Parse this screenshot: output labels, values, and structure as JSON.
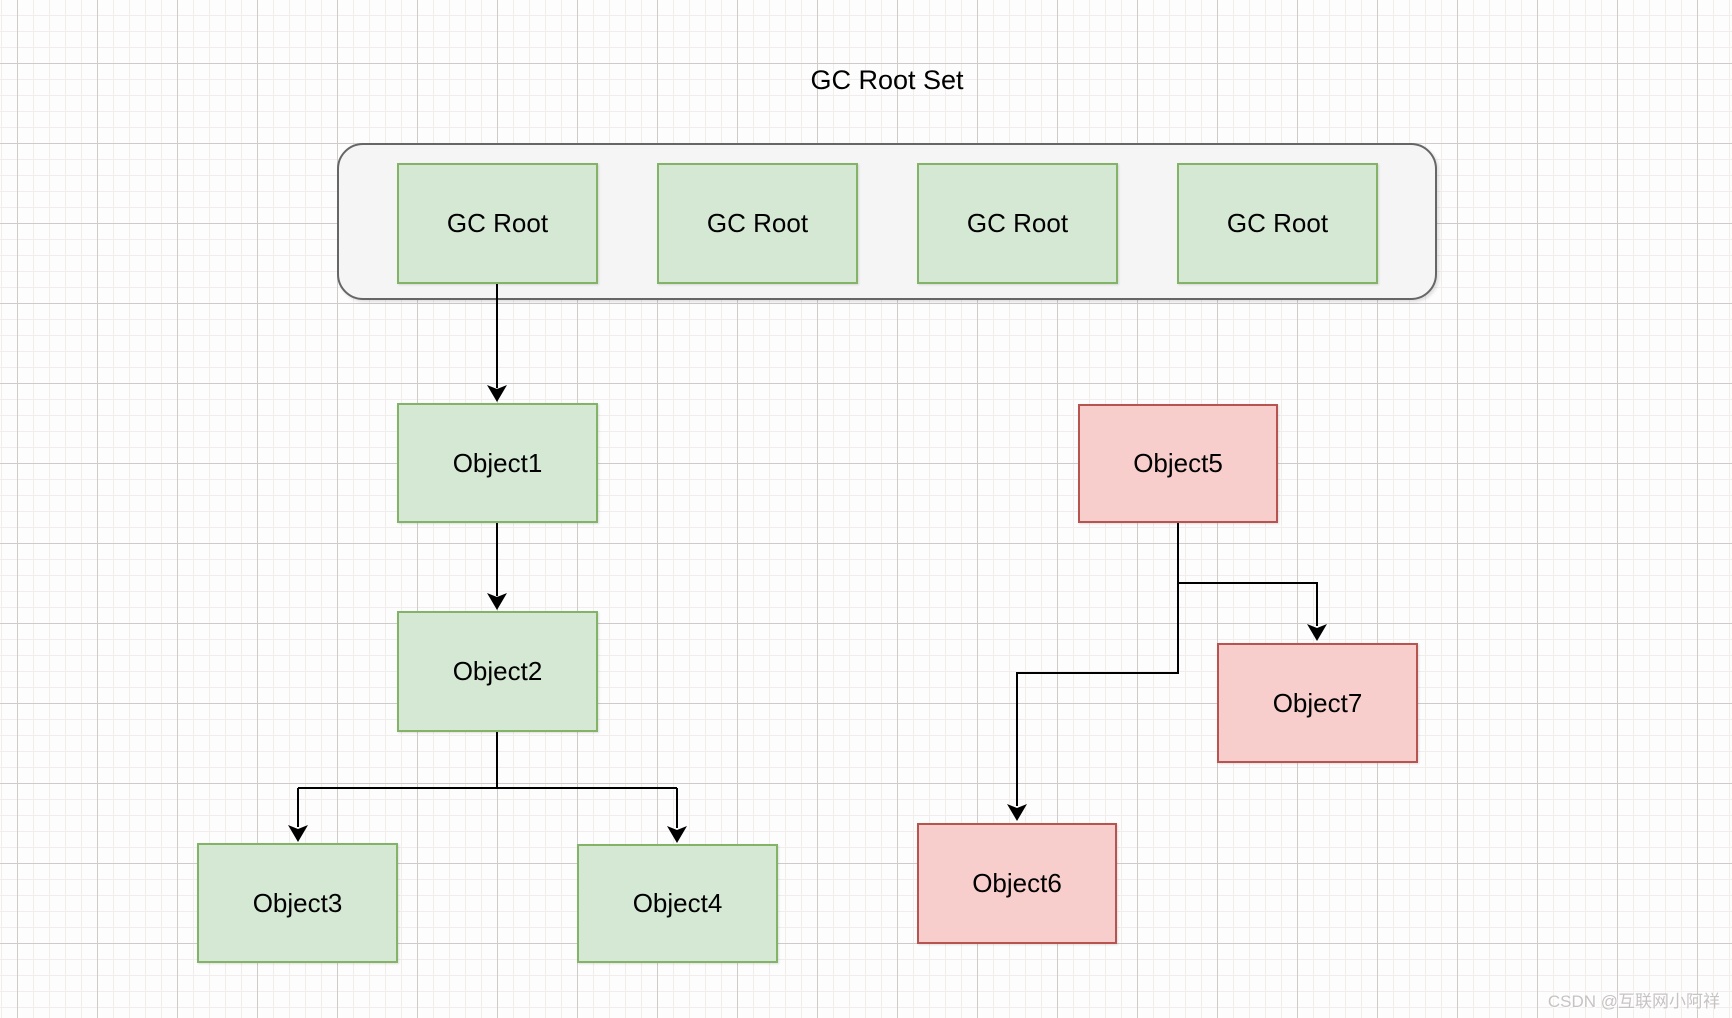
{
  "title": "GC Root Set",
  "root_set": {
    "boxes": [
      {
        "label": "GC Root"
      },
      {
        "label": "GC Root"
      },
      {
        "label": "GC Root"
      },
      {
        "label": "GC Root"
      }
    ]
  },
  "nodes": [
    {
      "id": "object1",
      "label": "Object1",
      "color": "green"
    },
    {
      "id": "object2",
      "label": "Object2",
      "color": "green"
    },
    {
      "id": "object3",
      "label": "Object3",
      "color": "green"
    },
    {
      "id": "object4",
      "label": "Object4",
      "color": "green"
    },
    {
      "id": "object5",
      "label": "Object5",
      "color": "pink"
    },
    {
      "id": "object6",
      "label": "Object6",
      "color": "pink"
    },
    {
      "id": "object7",
      "label": "Object7",
      "color": "pink"
    }
  ],
  "edges": [
    {
      "from": "gc-root-1",
      "to": "object1"
    },
    {
      "from": "object1",
      "to": "object2"
    },
    {
      "from": "object2",
      "to": "object3"
    },
    {
      "from": "object2",
      "to": "object4"
    },
    {
      "from": "object5",
      "to": "object7"
    },
    {
      "from": "object5",
      "to": "object6"
    }
  ],
  "colors": {
    "green_fill": "#d5e8d4",
    "green_border": "#82b366",
    "pink_fill": "#f8cecc",
    "pink_border": "#b85450",
    "container_fill": "#f5f5f5",
    "container_border": "#666666",
    "connector": "#000000"
  },
  "watermark": "CSDN @互联网小阿祥"
}
